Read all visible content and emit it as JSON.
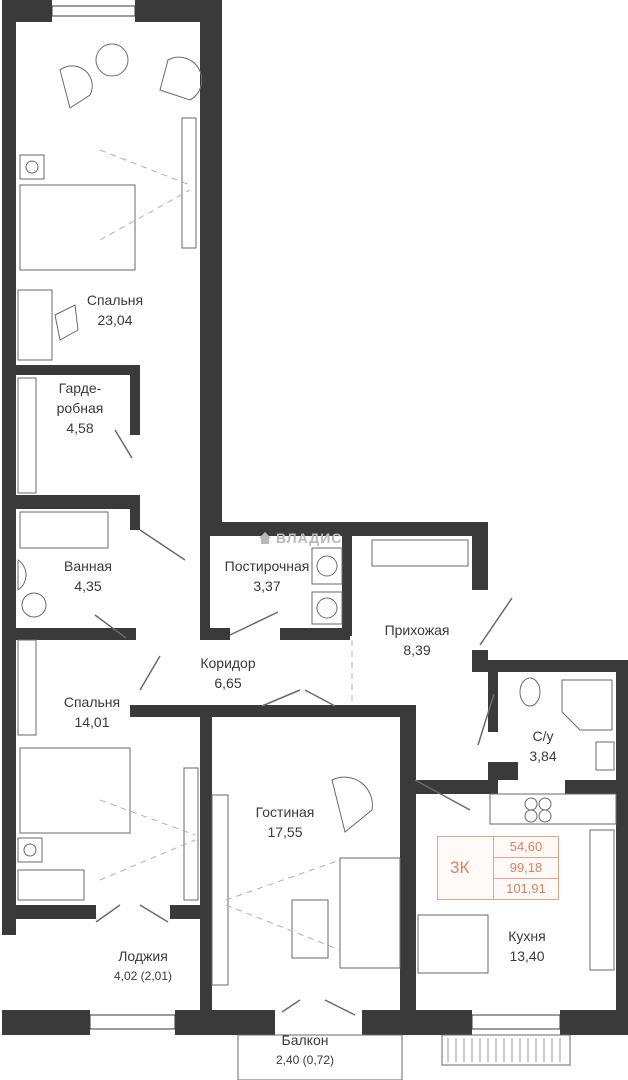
{
  "watermark": "ВЛАДИС",
  "apartment": {
    "type": "3К",
    "areas": [
      "54,60",
      "99,18",
      "101,91"
    ]
  },
  "rooms": {
    "bedroom1": {
      "name": "Спальня",
      "area": "23,04"
    },
    "wardrobe": {
      "name_line1": "Гарде-",
      "name_line2": "робная",
      "area": "4,58"
    },
    "bathroom": {
      "name": "Ванная",
      "area": "4,35"
    },
    "laundry": {
      "name": "Постирочная",
      "area": "3,37"
    },
    "hallway": {
      "name": "Прихожая",
      "area": "8,39"
    },
    "corridor": {
      "name": "Коридор",
      "area": "6,65"
    },
    "bedroom2": {
      "name": "Спальня",
      "area": "14,01"
    },
    "wc": {
      "name": "С/у",
      "area": "3,84"
    },
    "living": {
      "name": "Гостиная",
      "area": "17,55"
    },
    "kitchen": {
      "name": "Кухня",
      "area": "13,40"
    },
    "loggia": {
      "name": "Лоджия",
      "area": "4,02",
      "area_reduced": "(2,01)"
    },
    "balcony": {
      "name": "Балкон",
      "area": "2,40 (0,72)"
    }
  },
  "colors": {
    "wall": "#3a3a3a",
    "accent": "#d9835e",
    "furniture": "#6a6a6a"
  }
}
